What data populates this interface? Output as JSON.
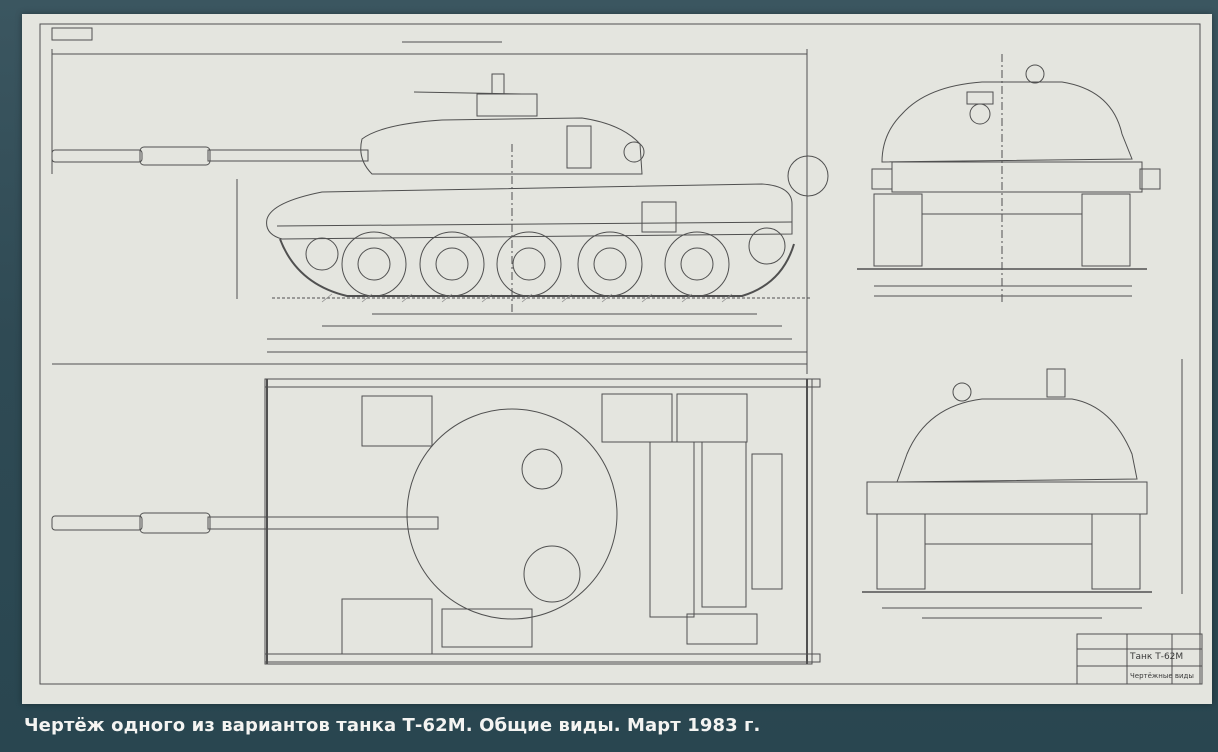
{
  "caption": "Чертёж одного из вариантов танка Т-62М. Общие виды. Март 1983 г.",
  "title_block": {
    "name": "Танк Т-62М",
    "subtitle": "Чертёжные виды"
  },
  "colors": {
    "background": "#2f4a54",
    "paper": "#e4e5df",
    "ink": "#4a4a4a"
  }
}
